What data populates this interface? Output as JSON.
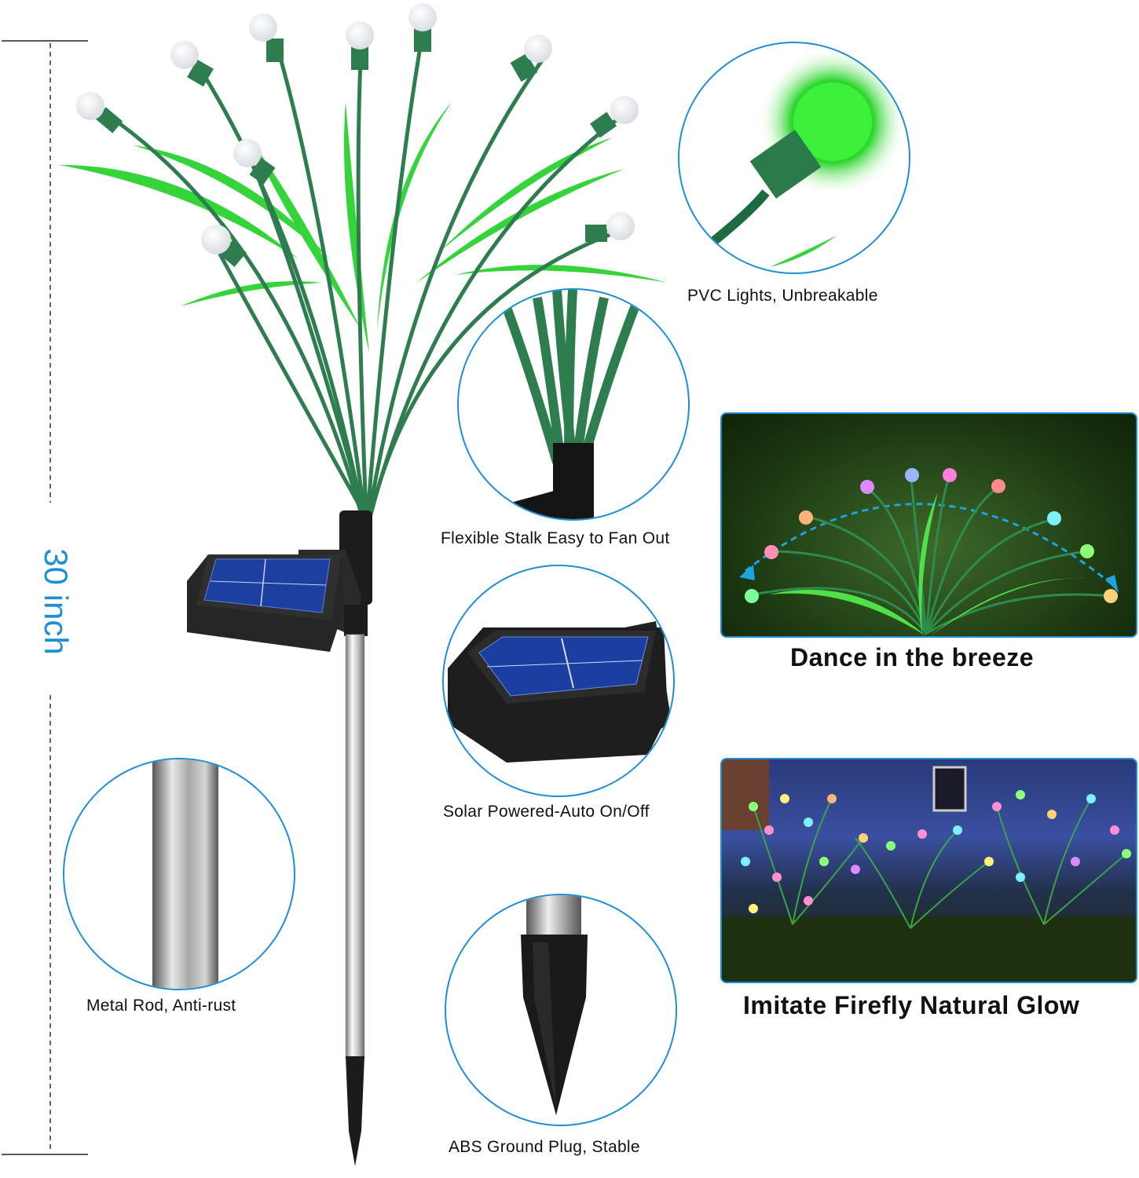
{
  "dimension": {
    "label": "30 inch",
    "color": "#1e8fd6"
  },
  "callouts": {
    "pvc": "PVC Lights, Unbreakable",
    "stalk": "Flexible Stalk Easy to Fan Out",
    "solar": "Solar Powered-Auto On/Off",
    "rod": "Metal Rod, Anti-rust",
    "plug": "ABS Ground Plug, Stable"
  },
  "features": {
    "dance": "Dance in the breeze",
    "glow": "Imitate Firefly Natural Glow"
  },
  "colors": {
    "accent": "#1e8fd6",
    "stalk": "#2e7d4f",
    "leaf": "#35d43a"
  }
}
